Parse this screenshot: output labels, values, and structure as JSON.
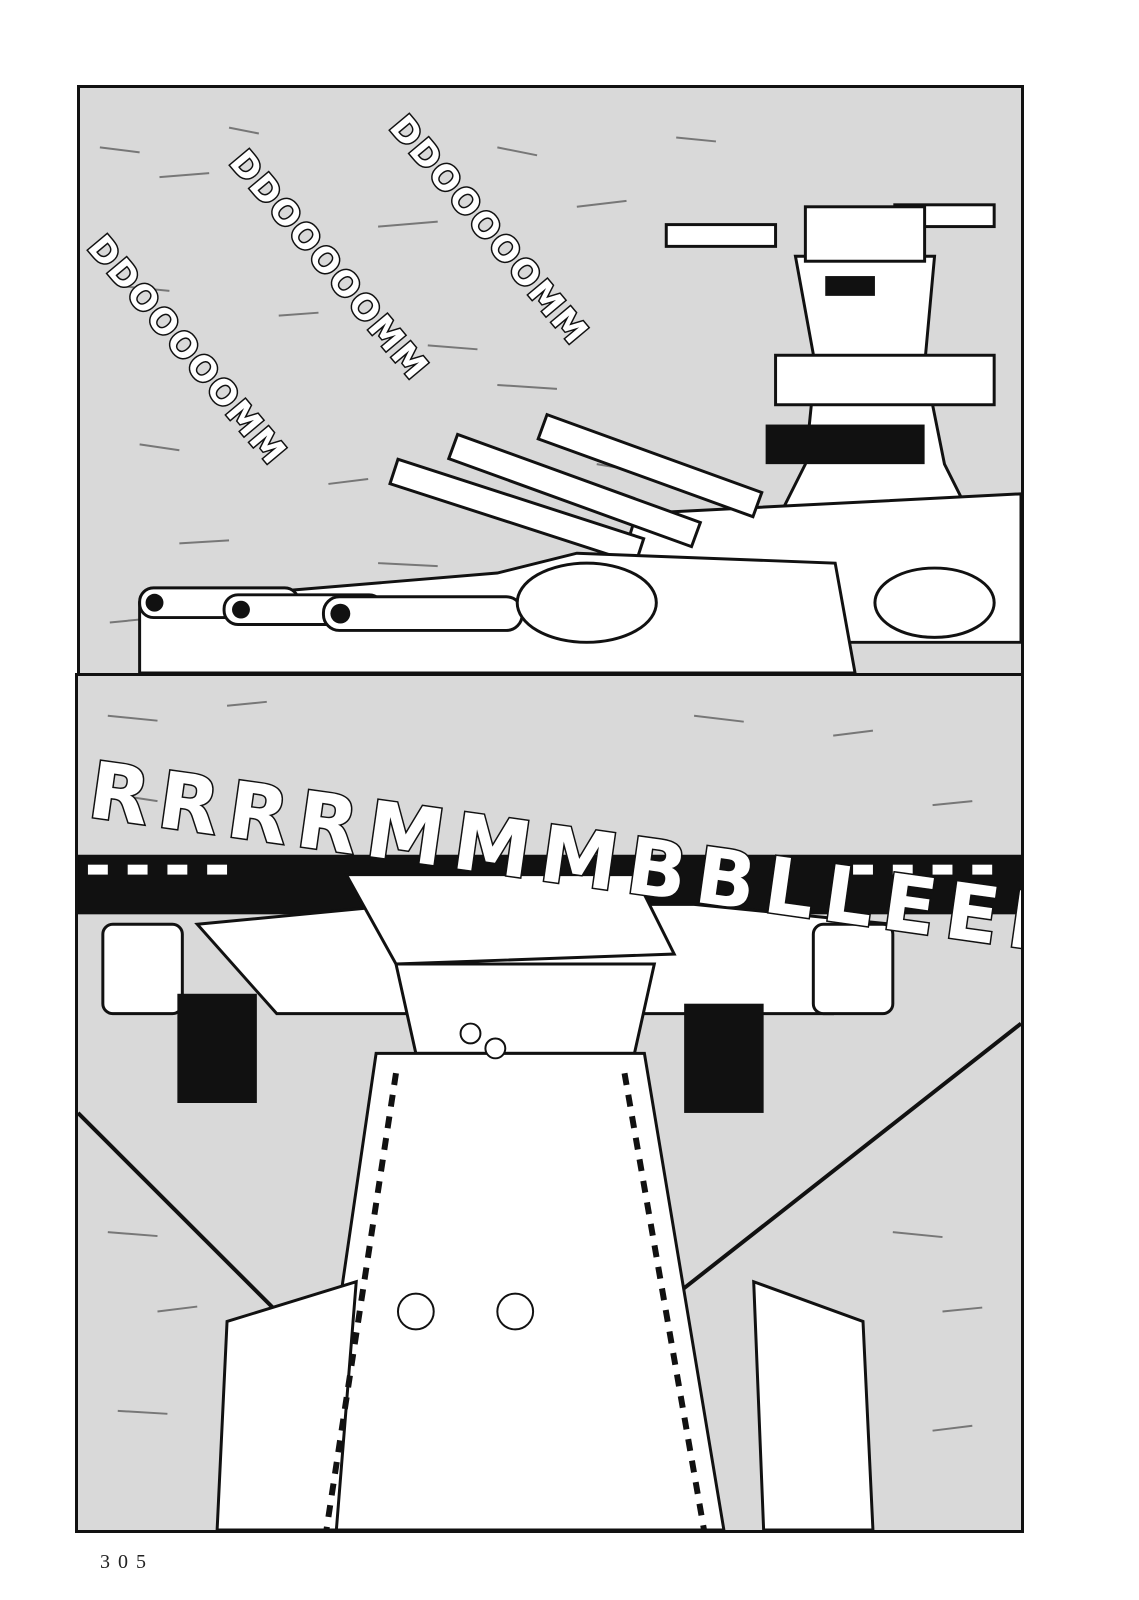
{
  "page": {
    "number": "305"
  },
  "panels": [
    {
      "id": "top",
      "description_icon": "battleship-guns-art",
      "sfx": [
        "DDOOOOOMM",
        "DDOOOOOMM",
        "DDOOOOOMM"
      ]
    },
    {
      "id": "bottom",
      "description_icon": "battleship-bridge-art",
      "sfx": "RRRRMMMBBLLEEE"
    }
  ],
  "colors": {
    "ink": "#111111",
    "paper": "#ffffff",
    "screentone": "#d9d9d9"
  }
}
